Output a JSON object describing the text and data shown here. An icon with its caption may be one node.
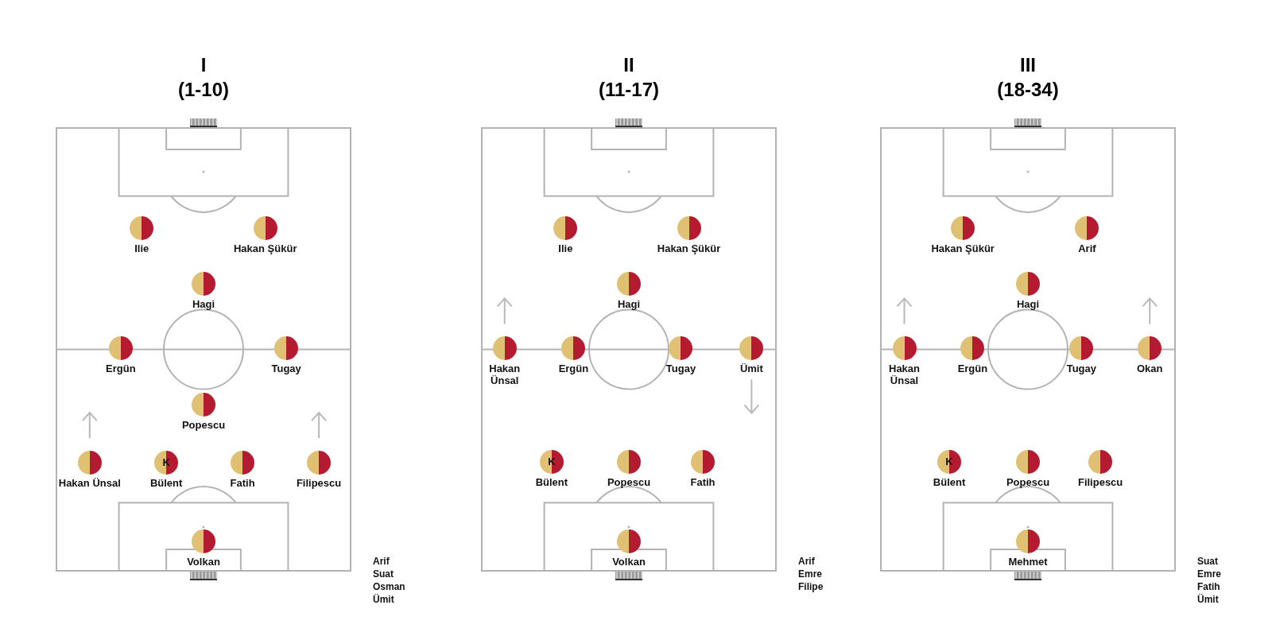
{
  "diagram": {
    "nodes": [
      {
        "text": [
          "I",
          "(1-10)"
        ],
        "beside": [
          "Arif",
          "Suat",
          "Osman",
          "Ümit"
        ]
      },
      {
        "text": [
          "Ilie"
        ],
        "in": 0
      },
      {
        "text": [
          "Hakan Şükür"
        ],
        "in": 0
      },
      {
        "text": [
          "Hagi"
        ],
        "in": 0
      },
      {
        "text": [
          "Ergün"
        ],
        "in": 0
      },
      {
        "text": [
          "Tugay"
        ],
        "in": 0
      },
      {
        "text": [
          "Popescu"
        ],
        "in": 0
      },
      {
        "text": [
          "Hakan Ünsal"
        ],
        "in": 0
      },
      {
        "text": [
          "K",
          "Bülent"
        ],
        "in": 0
      },
      {
        "text": [
          "Fatih"
        ],
        "in": 0
      },
      {
        "text": [
          "Filipescu"
        ],
        "in": 0
      },
      {
        "text": [
          "Volkan"
        ],
        "in": 0
      },
      {
        "text": [
          "II",
          "(11-17)"
        ],
        "beside": [
          "Arif",
          "Emre",
          "Filipe"
        ]
      },
      {
        "text": [
          "Ilie"
        ],
        "in": 12
      },
      {
        "text": [
          "Hakan Şükür"
        ],
        "in": 12
      },
      {
        "text": [
          "Hagi"
        ],
        "in": 12
      },
      {
        "text": [
          "Hakan Ünsal"
        ],
        "in": 12
      },
      {
        "text": [
          "Ergün"
        ],
        "in": 12
      },
      {
        "text": [
          "Tugay"
        ],
        "in": 12
      },
      {
        "text": [
          "Ümit"
        ],
        "in": 12
      },
      {
        "text": [
          "K",
          "Bülent"
        ],
        "in": 12
      },
      {
        "text": [
          "Popescu"
        ],
        "in": 12
      },
      {
        "text": [
          "Fatih"
        ],
        "in": 12
      },
      {
        "text": [
          "Volkan"
        ],
        "in": 12
      },
      {
        "text": [
          "III",
          "(18-34)"
        ],
        "beside": [
          "Suat",
          "Emre",
          "Fatih",
          "Ümit"
        ]
      },
      {
        "text": [
          "Hakan Şükür"
        ],
        "in": 24
      },
      {
        "text": [
          "Arif"
        ],
        "in": 24
      },
      {
        "text": [
          "Hagi"
        ],
        "in": 24
      },
      {
        "text": [
          "Hakan Ünsal"
        ],
        "in": 24
      },
      {
        "text": [
          "Ergün"
        ],
        "in": 24
      },
      {
        "text": [
          "Tugay"
        ],
        "in": 24
      },
      {
        "text": [
          "Okan"
        ],
        "in": 24
      },
      {
        "text": [
          "K",
          "Bülent"
        ],
        "in": 24
      },
      {
        "text": [
          "Popescu"
        ],
        "in": 24
      },
      {
        "text": [
          "Filipescu"
        ],
        "in": 24
      },
      {
        "text": [
          "Mehmet"
        ],
        "in": 24
      }
    ]
  }
}
